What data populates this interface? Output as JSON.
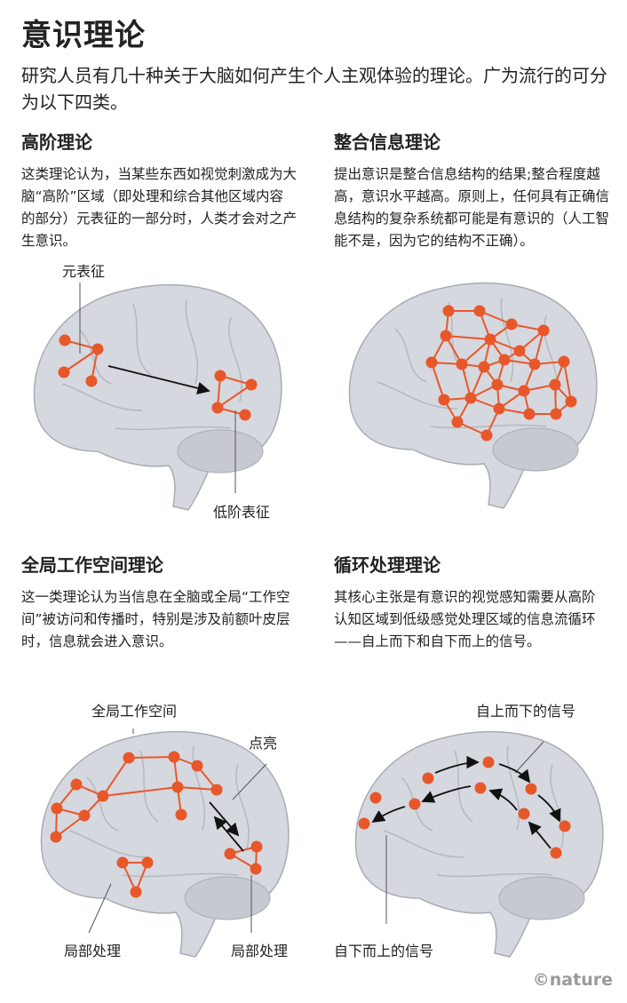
{
  "title": "意识理论",
  "intro": "研究人员有几十种关于大脑如何产生个人主观体验的理论。广为流行的可分为以下四类。",
  "sections": [
    {
      "heading": "高阶理论",
      "body": "这类理论认为，当某些东西如视觉刺激成为大脑“高阶”区域（即处理和综合其他区域内容的部分）元表征的一部分时，人类才会对之产生意识。",
      "labels": [
        "元表征",
        "低阶表征"
      ]
    },
    {
      "heading": "整合信息理论",
      "body": "提出意识是整合信息结构的结果;整合程度越高，意识水平越高。原则上，任何具有正确信息结构的复杂系统都可能是有意识的（人工智能不是，因为它的结构不正确）。",
      "labels": []
    },
    {
      "heading": "全局工作空间理论",
      "body": "这一类理论认为当信息在全脑或全局“工作空间”被访问和传播时，特别是涉及前额叶皮层时，信息就会进入意识。",
      "labels": [
        "全局工作空间",
        "点亮",
        "局部处理",
        "局部处理"
      ]
    },
    {
      "heading": "循环处理理论",
      "body": "其核心主张是有意识的视觉感知需要从高阶认知区域到低级感觉处理区域的信息流循环——自上而下和自下而上的信号。",
      "labels": [
        "自上而下的信号",
        "自下而上的信号"
      ]
    }
  ],
  "credit": "©nature",
  "colors": {
    "node": "#e8572a",
    "brain": "#d5d8de",
    "text": "#222222"
  }
}
